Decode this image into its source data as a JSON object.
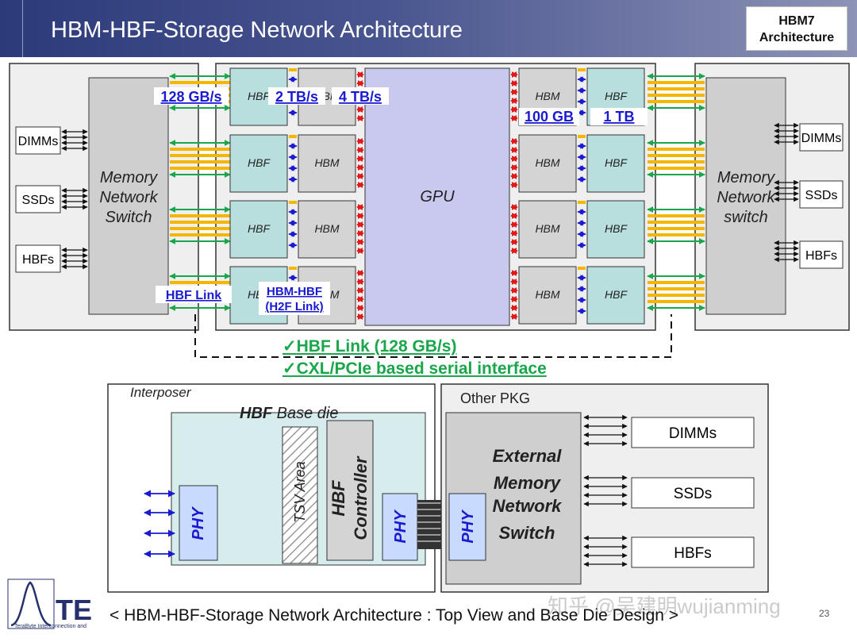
{
  "header": {
    "title": "HBM-HBF-Storage Network Architecture",
    "badge_line1": "HBM7",
    "badge_line2": "Architecture"
  },
  "top_view": {
    "left_side": {
      "switch_line1": "Memory",
      "switch_line2": "Network",
      "switch_line3": "Switch",
      "devices": [
        "DIMMs",
        "SSDs",
        "HBFs"
      ]
    },
    "right_side": {
      "switch_line1": "Memory",
      "switch_line2": "Network",
      "switch_line3": "switch",
      "devices": [
        "DIMMs",
        "SSDs",
        "HBFs"
      ]
    },
    "gpu_label": "GPU",
    "hbf_label": "HBF",
    "hbm_label": "HBM",
    "bandwidth_labels": {
      "link_128": "128 GB/s",
      "link_2tb": "2 TB/s",
      "link_4tb": "4 TB/s",
      "cap_100gb": "100 GB",
      "cap_1tb": "1 TB",
      "hbf_link": "HBF Link",
      "h2f_line1": "HBM-HBF",
      "h2f_line2": "(H2F Link)"
    },
    "bullets": [
      "HBF Link (128 GB/s)",
      "CXL/PCIe based serial interface"
    ],
    "check_mark": "✓"
  },
  "base_die": {
    "interposer_label": "Interposer",
    "title_bold": "HBF",
    "title_rest": " Base die",
    "tsv_label": "TSV Area",
    "controller_line1": "HBF",
    "controller_line2": "Controller",
    "phy_label": "PHY"
  },
  "other_pkg": {
    "label": "Other PKG",
    "switch_line1": "External",
    "switch_line2": "Memory",
    "switch_line3": "Network",
    "switch_line4": "Switch",
    "devices": [
      "DIMMs",
      "SSDs",
      "HBFs"
    ]
  },
  "footer": {
    "caption": "< HBM-HBF-Storage Network Architecture : Top View and Base Die Design >",
    "logo_text": "TE",
    "logo_sub": "TeraByte Interconnection and",
    "watermark": "知乎 @吴建明wujianming",
    "page_number": "23"
  },
  "colors": {
    "title_bar": "#2c3a7a",
    "gpu_fill": "#c9c9ef",
    "hbf_fill": "#b8dede",
    "hbm_fill": "#d4d4d4",
    "switch_fill": "#cfcfcf",
    "link_gold": "#f2b800",
    "link_green": "#1aa64a",
    "label_blue": "#1a1ad0",
    "arrow_red": "#e01a1a"
  }
}
